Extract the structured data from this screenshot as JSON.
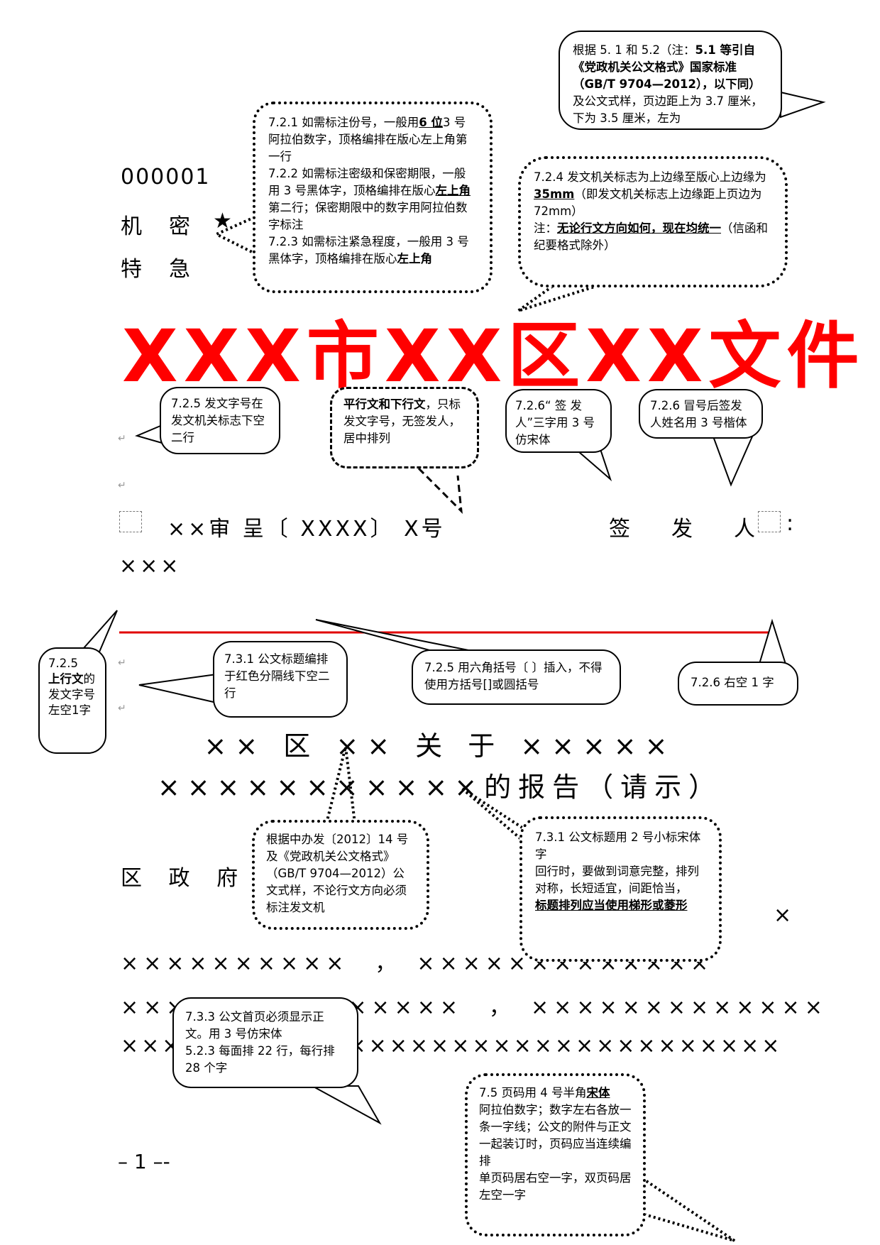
{
  "header": {
    "serial_number": "000001",
    "secret_level": "机　密",
    "star": "★",
    "urgency": "特　急"
  },
  "agency_title": "XXX市XX区XX文件",
  "doc_number_line": {
    "code": "××审 呈〔 XXXX〕 X号",
    "signer_label": "签　发　人",
    "colon": ":",
    "signer_name": "×××"
  },
  "paragraph_marks": [
    "↵",
    "↵",
    "↵",
    "↵"
  ],
  "divider_color": "#e00000",
  "doc_title": {
    "line1": "×× 区 ×× 关 于 ×××××",
    "line2": "×××××××××××的报告（请示）"
  },
  "recipient": "区 政 府",
  "body": {
    "stray_mark": "×",
    "line1": "××××××××××　，　×××××××××××××",
    "line2": "×××××××××××××××　，　×××××××××××××",
    "line3": "××××××××××××××××××××××××××××××××"
  },
  "page_number": "– 1 –-",
  "callouts": {
    "margins": {
      "p1": "根据 5. 1 和 5.2（注：",
      "p1b": "5.1 等引自《党政机关公文格式》国家标准（GB/T 9704—2012），以下同）",
      "p1c": "及公文式样，页边距上为 3.7 厘米，下为 3.5 厘米，左为"
    },
    "copy_number": {
      "l1a": "7.2.1 如需标注份号，一般用",
      "l1b": "6 位",
      "l1c": "3 号阿拉伯数字，顶格编排在版心左上角第一行",
      "l2a": "7.2.2 如需标注密级和保密期限，一般用 3 号黑体字，顶格编排在版心",
      "l2b": "左上角",
      "l2c": "第二行；保密期限中的数字用阿拉伯数字标注",
      "l3a": "7.2.3 如需标注紧急程度，一般用 3 号黑体字，顶格编排在版心",
      "l3b": "左上角"
    },
    "agency_mark": {
      "l1a": "7.2.4 发文机关标志为上边缘至版心上边缘为 ",
      "l1b": "35mm",
      "l1c": "（即发文机关标志上边缘距上页边为 72mm）",
      "l2a": "注：",
      "l2b": "无论行文方向如何，现在均统一",
      "l2c": "（信函和纪要格式除外）"
    },
    "doc_number_pos": "7.2.5 发文字号在发文机关标志下空二行",
    "parallel": {
      "a": "平行文和下行文",
      "b": "，只标发文字号，无签发人，居中排列"
    },
    "signer_font": "7.2.6“ 签 发 人”三字用 3 号仿宋体",
    "signer_name_font": "7.2.6 冒号后签发人姓名用 3 号楷体",
    "upward": {
      "a": "7.2.5",
      "b": "上行文",
      "c": "的发文字号左空1字"
    },
    "title_pos": "7.3.1 公文标题编排于红色分隔线下空二行",
    "brackets": "7.2.5 用六角括号〔 〕插入，不得使用方括号[]或圆括号",
    "right_space": "7.2.6 右空 1 字",
    "source": "根据中办发〔2012〕14 号及《党政机关公文格式》（GB/T 9704—2012）公文式样，不论行文方向必须标注发文机",
    "title_font": {
      "l1": "7.3.1 公文标题用 2 号小标宋体字",
      "l2": "回行时，要做到词意完整，排列对称，长短适宜，间距恰当，",
      "l3": "标题排列应当使用梯形或菱形"
    },
    "body_text": {
      "l1": "7.3.3 公文首页必须显示正文。用 3 号仿宋体",
      "l2": "5.2.3 每面排 22 行，每行排 28 个字"
    },
    "page_num": {
      "l1a": "7.5 页码用 4 号半角",
      "l1b": "宋体",
      "l2": "阿拉伯数字；数字左右各放一条一字线；公文的附件与正文一起装订时，页码应当连续编排",
      "l3": "单页码居右空一字，双页码居左空一字"
    }
  }
}
